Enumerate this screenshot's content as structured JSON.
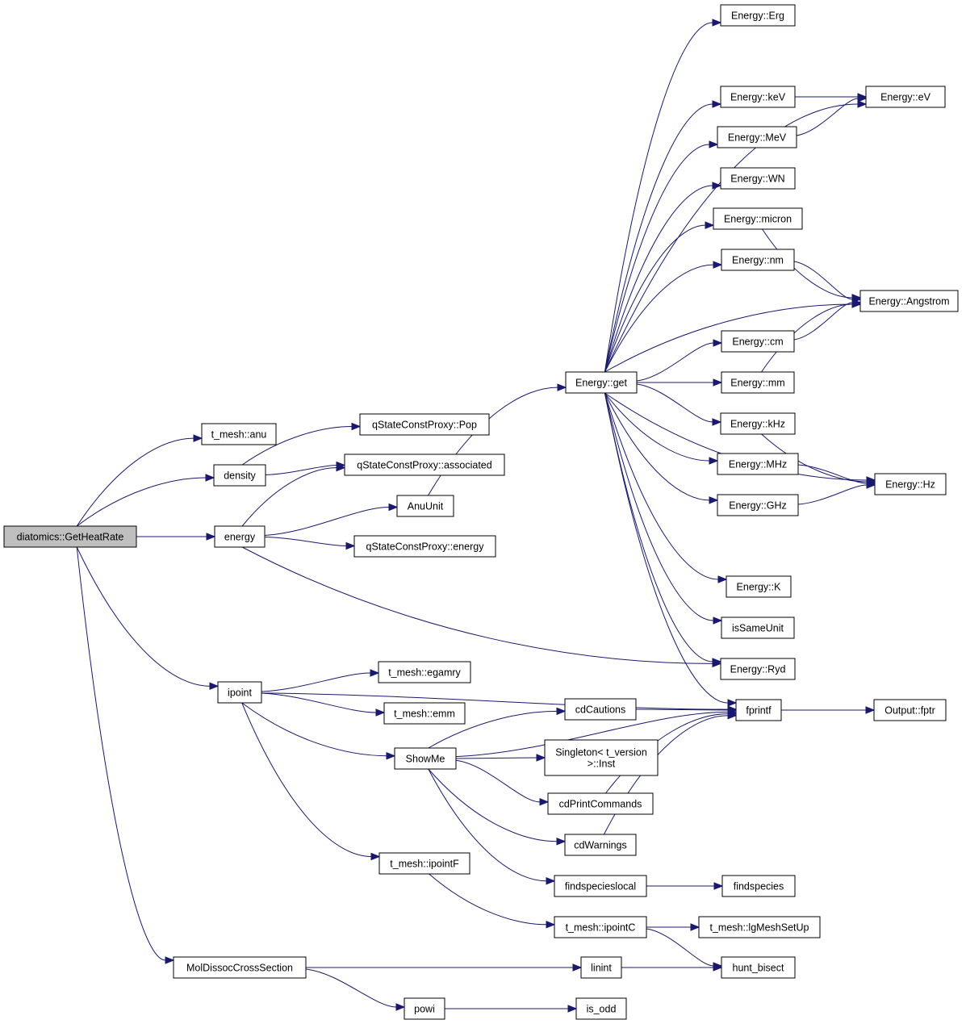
{
  "graph": {
    "nodes": [
      {
        "id": "root",
        "lines": [
          "diatomics::GetHeatRate"
        ],
        "root": true
      },
      {
        "id": "anu",
        "lines": [
          "t_mesh::anu"
        ]
      },
      {
        "id": "density",
        "lines": [
          "density"
        ]
      },
      {
        "id": "energy",
        "lines": [
          "energy"
        ]
      },
      {
        "id": "ipoint",
        "lines": [
          "ipoint"
        ]
      },
      {
        "id": "mol",
        "lines": [
          "MolDissocCrossSection"
        ]
      },
      {
        "id": "pop",
        "lines": [
          "qStateConstProxy::Pop"
        ]
      },
      {
        "id": "assoc",
        "lines": [
          "qStateConstProxy::associated"
        ]
      },
      {
        "id": "anuunit",
        "lines": [
          "AnuUnit"
        ]
      },
      {
        "id": "qse",
        "lines": [
          "qStateConstProxy::energy"
        ]
      },
      {
        "id": "eget",
        "lines": [
          "Energy::get"
        ]
      },
      {
        "id": "erg",
        "lines": [
          "Energy::Erg"
        ]
      },
      {
        "id": "kev",
        "lines": [
          "Energy::keV"
        ]
      },
      {
        "id": "mev",
        "lines": [
          "Energy::MeV"
        ]
      },
      {
        "id": "wn",
        "lines": [
          "Energy::WN"
        ]
      },
      {
        "id": "micron",
        "lines": [
          "Energy::micron"
        ]
      },
      {
        "id": "nm",
        "lines": [
          "Energy::nm"
        ]
      },
      {
        "id": "cm",
        "lines": [
          "Energy::cm"
        ]
      },
      {
        "id": "mm",
        "lines": [
          "Energy::mm"
        ]
      },
      {
        "id": "khz",
        "lines": [
          "Energy::kHz"
        ]
      },
      {
        "id": "mhz",
        "lines": [
          "Energy::MHz"
        ]
      },
      {
        "id": "ghz",
        "lines": [
          "Energy::GHz"
        ]
      },
      {
        "id": "ek",
        "lines": [
          "Energy::K"
        ]
      },
      {
        "id": "issame",
        "lines": [
          "isSameUnit"
        ]
      },
      {
        "id": "ryd",
        "lines": [
          "Energy::Ryd"
        ]
      },
      {
        "id": "ev",
        "lines": [
          "Energy::eV"
        ]
      },
      {
        "id": "ang",
        "lines": [
          "Energy::Angstrom"
        ]
      },
      {
        "id": "hz",
        "lines": [
          "Energy::Hz"
        ]
      },
      {
        "id": "fprintf",
        "lines": [
          "fprintf"
        ]
      },
      {
        "id": "fptr",
        "lines": [
          "Output::fptr"
        ]
      },
      {
        "id": "egamry",
        "lines": [
          "t_mesh::egamry"
        ]
      },
      {
        "id": "emm",
        "lines": [
          "t_mesh::emm"
        ]
      },
      {
        "id": "showme",
        "lines": [
          "ShowMe"
        ]
      },
      {
        "id": "ipointf",
        "lines": [
          "t_mesh::ipointF"
        ]
      },
      {
        "id": "cdcautions",
        "lines": [
          "cdCautions"
        ]
      },
      {
        "id": "singleton",
        "lines": [
          "Singleton< t_version",
          ">::Inst"
        ]
      },
      {
        "id": "cdprint",
        "lines": [
          "cdPrintCommands"
        ]
      },
      {
        "id": "cdwarn",
        "lines": [
          "cdWarnings"
        ]
      },
      {
        "id": "fslocal",
        "lines": [
          "findspecieslocal"
        ]
      },
      {
        "id": "findspecies",
        "lines": [
          "findspecies"
        ]
      },
      {
        "id": "ipointc",
        "lines": [
          "t_mesh::ipointC"
        ]
      },
      {
        "id": "lgmesh",
        "lines": [
          "t_mesh::lgMeshSetUp"
        ]
      },
      {
        "id": "hunt",
        "lines": [
          "hunt_bisect"
        ]
      },
      {
        "id": "linint",
        "lines": [
          "linint"
        ]
      },
      {
        "id": "powi",
        "lines": [
          "powi"
        ]
      },
      {
        "id": "isodd",
        "lines": [
          "is_odd"
        ]
      }
    ],
    "edges": [
      [
        "root",
        "anu"
      ],
      [
        "root",
        "density"
      ],
      [
        "root",
        "energy"
      ],
      [
        "root",
        "ipoint"
      ],
      [
        "root",
        "mol"
      ],
      [
        "density",
        "pop"
      ],
      [
        "density",
        "assoc"
      ],
      [
        "energy",
        "assoc"
      ],
      [
        "energy",
        "anuunit"
      ],
      [
        "energy",
        "qse"
      ],
      [
        "energy",
        "ryd"
      ],
      [
        "anuunit",
        "eget"
      ],
      [
        "eget",
        "erg"
      ],
      [
        "eget",
        "ev"
      ],
      [
        "eget",
        "kev"
      ],
      [
        "eget",
        "mev"
      ],
      [
        "eget",
        "wn"
      ],
      [
        "eget",
        "micron"
      ],
      [
        "eget",
        "nm"
      ],
      [
        "eget",
        "ang"
      ],
      [
        "eget",
        "cm"
      ],
      [
        "eget",
        "mm"
      ],
      [
        "eget",
        "khz"
      ],
      [
        "eget",
        "mhz"
      ],
      [
        "eget",
        "ghz"
      ],
      [
        "eget",
        "hz"
      ],
      [
        "eget",
        "ek"
      ],
      [
        "eget",
        "issame"
      ],
      [
        "eget",
        "ryd"
      ],
      [
        "eget",
        "fprintf"
      ],
      [
        "kev",
        "ev"
      ],
      [
        "mev",
        "ev"
      ],
      [
        "micron",
        "ang"
      ],
      [
        "nm",
        "ang"
      ],
      [
        "cm",
        "ang"
      ],
      [
        "mm",
        "ang"
      ],
      [
        "khz",
        "hz"
      ],
      [
        "mhz",
        "hz"
      ],
      [
        "ghz",
        "hz"
      ],
      [
        "ipoint",
        "fprintf"
      ],
      [
        "ipoint",
        "egamry"
      ],
      [
        "ipoint",
        "emm"
      ],
      [
        "ipoint",
        "showme"
      ],
      [
        "ipoint",
        "ipointf"
      ],
      [
        "showme",
        "fprintf"
      ],
      [
        "showme",
        "cdcautions"
      ],
      [
        "showme",
        "singleton"
      ],
      [
        "showme",
        "cdprint"
      ],
      [
        "showme",
        "cdwarn"
      ],
      [
        "showme",
        "fslocal"
      ],
      [
        "cdcautions",
        "fprintf"
      ],
      [
        "cdprint",
        "fprintf"
      ],
      [
        "cdwarn",
        "fprintf"
      ],
      [
        "fprintf",
        "fptr"
      ],
      [
        "fslocal",
        "findspecies"
      ],
      [
        "ipointf",
        "ipointc"
      ],
      [
        "ipointc",
        "lgmesh"
      ],
      [
        "ipointc",
        "hunt"
      ],
      [
        "mol",
        "linint"
      ],
      [
        "mol",
        "powi"
      ],
      [
        "linint",
        "hunt"
      ],
      [
        "powi",
        "isodd"
      ]
    ]
  }
}
